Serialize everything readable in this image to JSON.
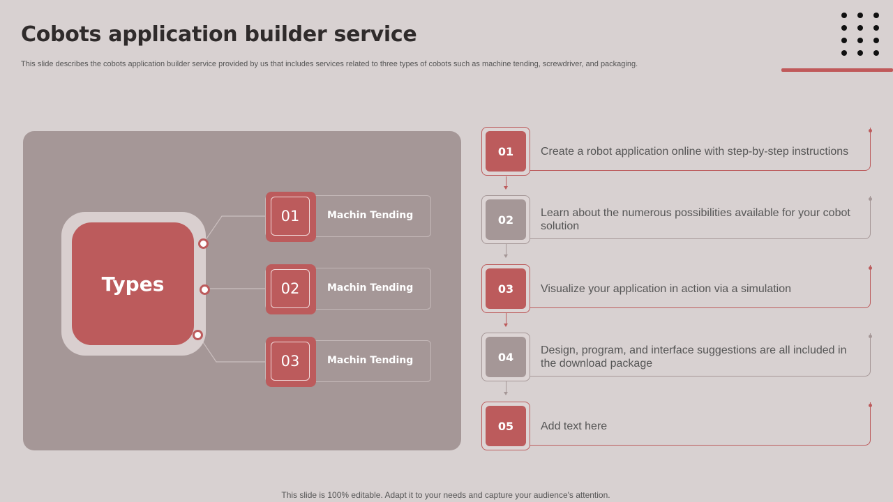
{
  "title": "Cobots application builder service",
  "subtitle": "This slide describes the cobots application builder service provided by us that includes services related to three types of cobots such as machine tending, screwdriver, and packaging.",
  "types": {
    "label": "Types",
    "items": [
      {
        "num": "01",
        "label": "Machin Tending"
      },
      {
        "num": "02",
        "label": "Machin Tending"
      },
      {
        "num": "03",
        "label": "Machin Tending"
      }
    ]
  },
  "steps": [
    {
      "num": "01",
      "text": "Create a robot application online with step-by-step instructions",
      "color": "#bc5b5c"
    },
    {
      "num": "02",
      "text": "Learn about the numerous possibilities available for your cobot solution",
      "color": "#a59797"
    },
    {
      "num": "03",
      "text": "Visualize your application in action via a simulation",
      "color": "#bc5b5c"
    },
    {
      "num": "04",
      "text": "Design, program, and interface suggestions are all included in the download package",
      "color": "#a59797"
    },
    {
      "num": "05",
      "text": "Add text here",
      "color": "#bc5b5c"
    }
  ],
  "footer": "This slide is 100% editable. Adapt it to your needs and capture your audience's attention.",
  "colors": {
    "accent": "#bc5b5c",
    "neutral": "#a59797",
    "background": "#d8d1d1"
  }
}
